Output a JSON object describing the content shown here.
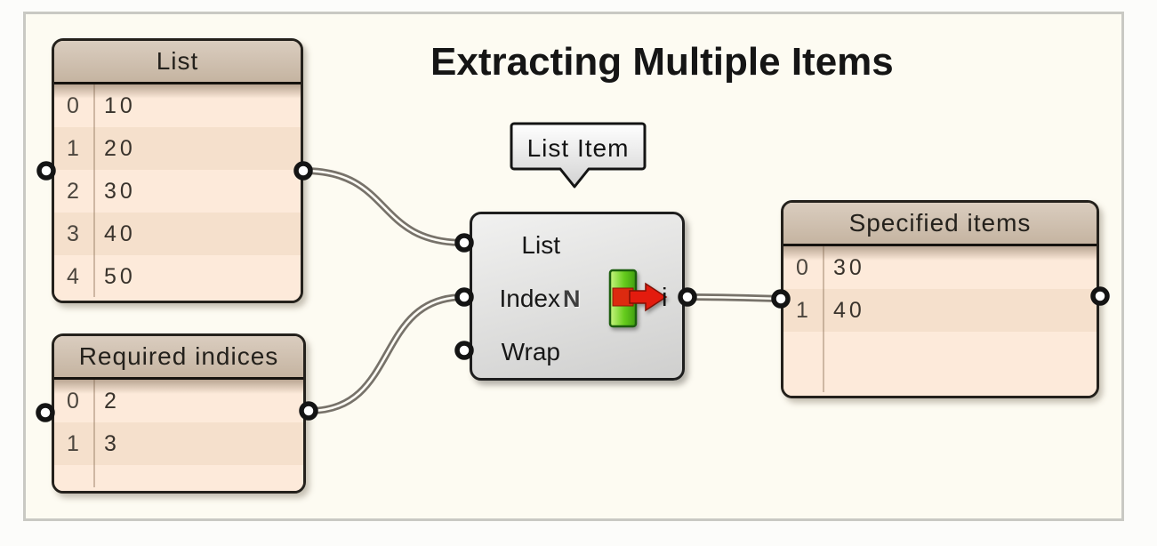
{
  "title": "Extracting Multiple Items",
  "tooltip": {
    "label": "List Item"
  },
  "component": {
    "inputs": [
      "List",
      "Index",
      "Wrap"
    ],
    "output": "i",
    "icon_letter": "N"
  },
  "panels": [
    {
      "title": "List",
      "rows": [
        {
          "index": "0",
          "value": "10"
        },
        {
          "index": "1",
          "value": "20"
        },
        {
          "index": "2",
          "value": "30"
        },
        {
          "index": "3",
          "value": "40"
        },
        {
          "index": "4",
          "value": "50"
        }
      ]
    },
    {
      "title": "Required indices",
      "rows": [
        {
          "index": "0",
          "value": "2"
        },
        {
          "index": "1",
          "value": "3"
        }
      ]
    },
    {
      "title": "Specified items",
      "rows": [
        {
          "index": "0",
          "value": "30"
        },
        {
          "index": "1",
          "value": "40"
        }
      ]
    }
  ],
  "colors": {
    "canvas_bg": "#fdfbf2",
    "frame_border": "#c9c9c3",
    "panel_header": "#cdbcab",
    "panel_row_light": "#fdeada",
    "panel_row_dark": "#f5e0cc",
    "wire_gray": "#77726a",
    "icon_green": "#63ca19",
    "icon_red": "#e01f10"
  }
}
